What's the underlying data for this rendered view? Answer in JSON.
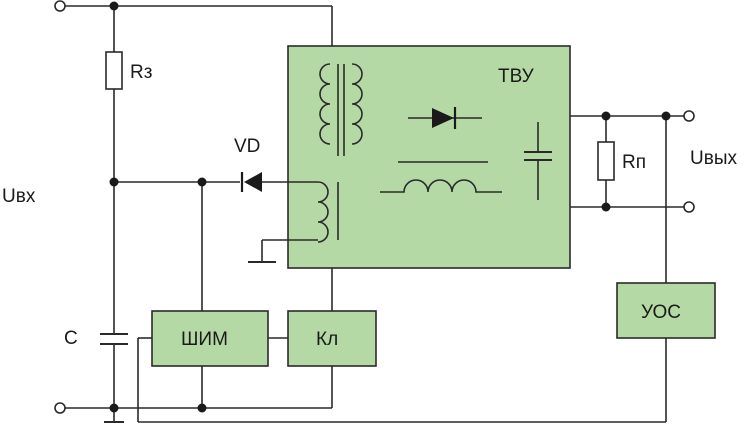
{
  "colors": {
    "block_fill": "#b5d9a4",
    "wire": "#2a2a2a",
    "text": "#1a1a1a"
  },
  "labels": {
    "uin": "Uвх",
    "uout": "Uвых",
    "r3": "Rз",
    "rp": "Rп",
    "vd": "VD",
    "c": "C",
    "tvu": "ТВУ",
    "shim": "ШИМ",
    "kl": "Кл",
    "uos": "УОС"
  }
}
